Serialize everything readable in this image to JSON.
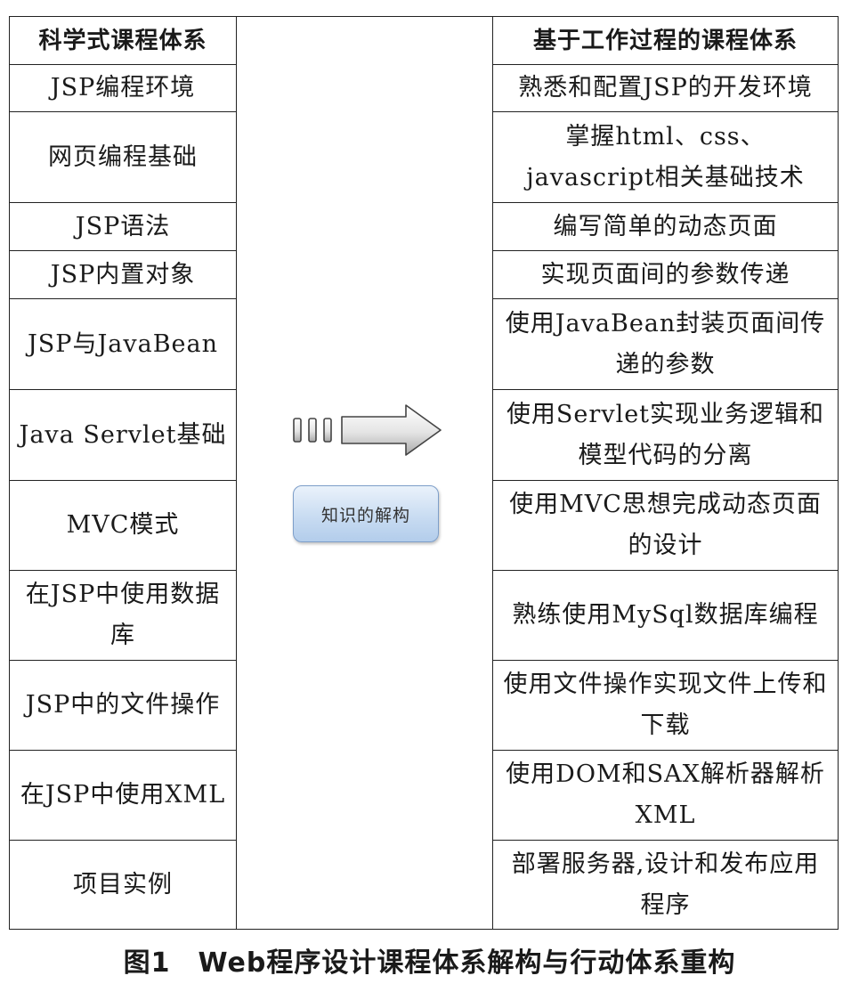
{
  "table": {
    "left_header": "科学式课程体系",
    "right_header": "基于工作过程的课程体系",
    "left_cells": [
      "JSP编程环境",
      "网页编程基础",
      "JSP语法",
      "JSP内置对象",
      "JSP与JavaBean",
      "Java Servlet基础",
      "MVC模式",
      "在JSP中使用数据库",
      "JSP中的文件操作",
      "在JSP中使用XML",
      "项目实例"
    ],
    "right_cells": [
      "熟悉和配置JSP的开发环境",
      "掌握html、css、javascript相关基础技术",
      "编写简单的动态页面",
      "实现页面间的参数传递",
      "使用JavaBean封装页面间传递的参数",
      "使用Servlet实现业务逻辑和模型代码的分离",
      "使用MVC思想完成动态页面的设计",
      "熟练使用MySql数据库编程",
      "使用文件操作实现文件上传和下载",
      "使用DOM和SAX解析器解析XML",
      "部署服务器,设计和发布应用程序"
    ]
  },
  "middle": {
    "icon": "right-arrow-icon",
    "button_label": "知识的解构",
    "button_color": "#c6daf1"
  },
  "caption": "图1　Web程序设计课程体系解构与行动体系重构"
}
